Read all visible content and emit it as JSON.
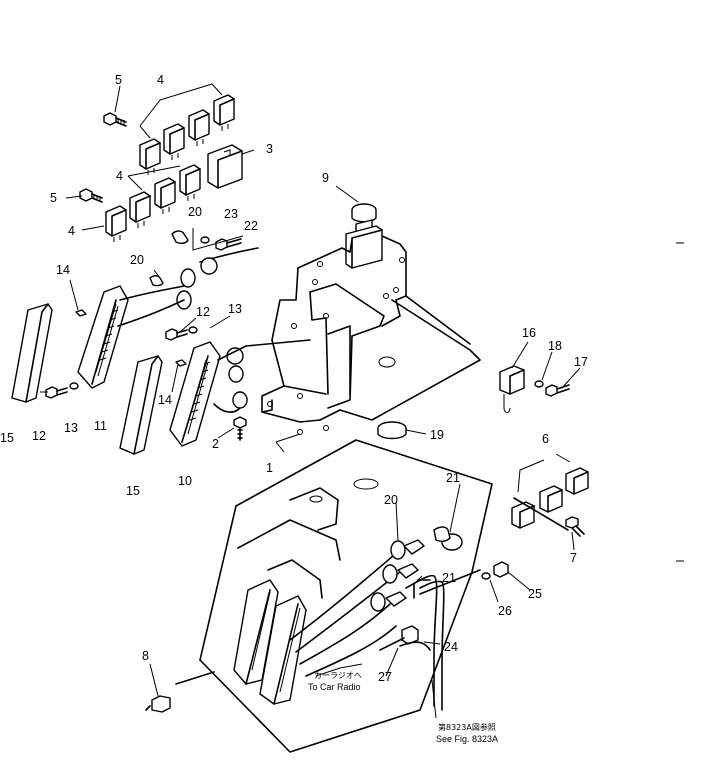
{
  "callouts": [
    {
      "key": "n5a",
      "label": "5"
    },
    {
      "key": "n4a",
      "label": "4"
    },
    {
      "key": "n3",
      "label": "3"
    },
    {
      "key": "n4b",
      "label": "4"
    },
    {
      "key": "n5b",
      "label": "5"
    },
    {
      "key": "n4c",
      "label": "4"
    },
    {
      "key": "n9",
      "label": "9"
    },
    {
      "key": "n20a",
      "label": "20"
    },
    {
      "key": "n23",
      "label": "23"
    },
    {
      "key": "n22",
      "label": "22"
    },
    {
      "key": "n20b",
      "label": "20"
    },
    {
      "key": "n14a",
      "label": "14"
    },
    {
      "key": "n13a",
      "label": "13"
    },
    {
      "key": "n12a",
      "label": "12"
    },
    {
      "key": "n16",
      "label": "16"
    },
    {
      "key": "n18",
      "label": "18"
    },
    {
      "key": "n17",
      "label": "17"
    },
    {
      "key": "n14b",
      "label": "14"
    },
    {
      "key": "n15a",
      "label": "15"
    },
    {
      "key": "n12b",
      "label": "12"
    },
    {
      "key": "n13b",
      "label": "13"
    },
    {
      "key": "n11",
      "label": "11"
    },
    {
      "key": "n2",
      "label": "2"
    },
    {
      "key": "n19",
      "label": "19"
    },
    {
      "key": "n1",
      "label": "1"
    },
    {
      "key": "n10",
      "label": "10"
    },
    {
      "key": "n15b",
      "label": "15"
    },
    {
      "key": "n6",
      "label": "6"
    },
    {
      "key": "n21a",
      "label": "21"
    },
    {
      "key": "n20c",
      "label": "20"
    },
    {
      "key": "n21b",
      "label": "21"
    },
    {
      "key": "n7",
      "label": "7"
    },
    {
      "key": "n25",
      "label": "25"
    },
    {
      "key": "n26",
      "label": "26"
    },
    {
      "key": "n24",
      "label": "24"
    },
    {
      "key": "n8",
      "label": "8"
    },
    {
      "key": "n27",
      "label": "27"
    }
  ],
  "notes": {
    "car_radio_jp": "カーラジオへ",
    "car_radio_en": "To Car Radio",
    "see_fig_jp": "第8323A図参照",
    "see_fig_en": "See Fig. 8323A"
  }
}
